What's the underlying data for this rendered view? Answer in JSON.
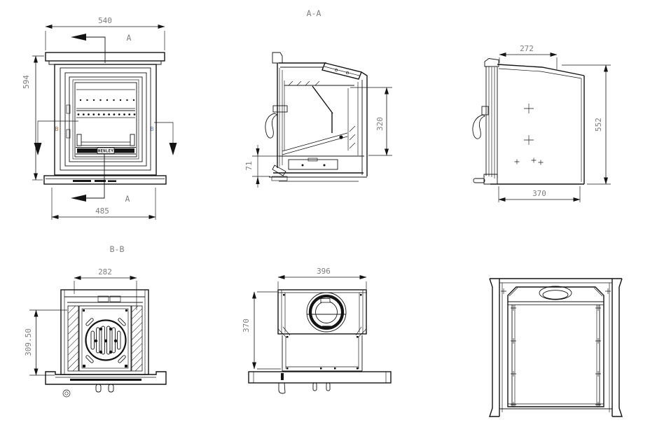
{
  "colors": {
    "line": "#141414",
    "dim_text": "#7e7e7e",
    "cut_b_left_color": "#b06a35",
    "cut_b_right_color": "#5b7fd4"
  },
  "views": {
    "front": {
      "dim_width_top": "540",
      "dim_height": "594",
      "dim_width_bottom": "485",
      "cut_a_top": "A",
      "cut_a_bottom": "A",
      "cut_b_left": "B",
      "cut_b_right": "B",
      "logo": "HENLEY"
    },
    "section_aa": {
      "title": "A-A",
      "dim_firebox_height": "320",
      "dim_base_height": "71"
    },
    "side": {
      "dim_top_depth": "272",
      "dim_height": "552",
      "dim_depth": "370"
    },
    "section_bb": {
      "title": "B-B",
      "dim_width": "282",
      "dim_height": "309.50"
    },
    "top": {
      "dim_width": "396",
      "dim_depth": "370"
    }
  }
}
